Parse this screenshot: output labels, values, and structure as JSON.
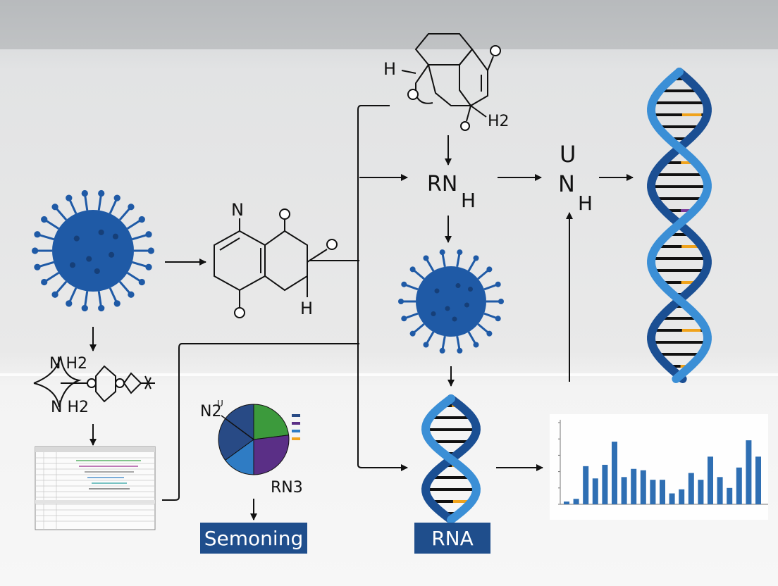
{
  "labels": {
    "top_molecule_h": "H",
    "top_molecule_h2": "H2",
    "rn": "RN",
    "rn_h": "H",
    "u": "U",
    "n": "N",
    "n_h": "H",
    "mid_molecule_n": "N",
    "mid_molecule_h": "H",
    "nh2_top": "N H2",
    "nh2_bottom": "N H2",
    "pie_label": "N2",
    "pie_sup": "U",
    "rn3": "RN3"
  },
  "boxes": {
    "semoning": "Semoning",
    "rna": "RNA"
  },
  "colors": {
    "virus": "#1f5aa6",
    "dna_dark": "#1b4f93",
    "dna_light": "#3b8fd6",
    "accent_orange": "#f0a31c",
    "accent_purple": "#7a3a99",
    "pie_green": "#3c9a3c",
    "pie_purple": "#5a2f86",
    "pie_blue": "#2f7cc4",
    "pie_navy": "#284a85",
    "box_bg": "#1f4e8c",
    "bar": "#2f6fb3"
  },
  "chart_data": {
    "type": "bar",
    "values": [
      2,
      4,
      28,
      19,
      29,
      46,
      20,
      26,
      25,
      18,
      18,
      8,
      11,
      23,
      18,
      35,
      20,
      12,
      27,
      47,
      35
    ],
    "ylim": [
      0,
      60
    ]
  },
  "pie_data": {
    "type": "pie",
    "values": [
      23,
      27,
      15,
      35
    ]
  }
}
